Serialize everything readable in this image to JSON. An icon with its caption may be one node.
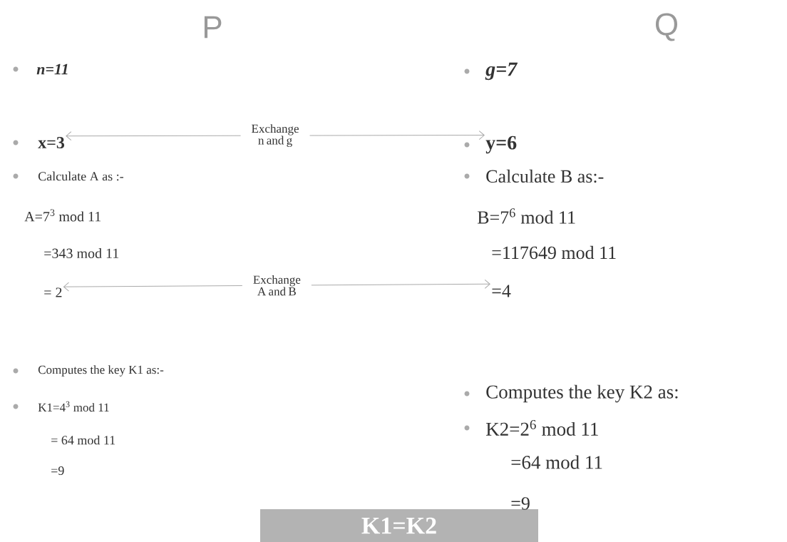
{
  "diagram": {
    "nodes": [
      {
        "text": [
          "x=3"
        ]
      },
      {
        "text": [
          "y=6"
        ]
      },
      {
        "text": [
          "= 2"
        ]
      },
      {
        "text": [
          "=4"
        ]
      },
      {
        "text": [
          "K1=K2"
        ]
      }
    ],
    "edges": [
      {
        "from": 0,
        "to": 1,
        "arrow": "both",
        "label": "Exchange n and g"
      },
      {
        "from": 2,
        "to": 3,
        "arrow": "both",
        "label": "Exchange A and B"
      }
    ],
    "labels": [
      "P",
      "Q",
      "n=11",
      "g=7",
      "Calculate A as :-",
      "Calculate B as:-",
      "A=7$^{3}$ mod 11",
      "B=7$^{6}$ mod 11",
      "=343 mod 11",
      "=117649 mod 11",
      "Computes the key K1 as:-",
      "Computes the key K2 as:",
      "K1=4$^{3}$ mod 11",
      "K2=2$^{6}$ mod 11",
      "= 64 mod 11",
      "=64 mod 11",
      "=9",
      "=9"
    ]
  }
}
